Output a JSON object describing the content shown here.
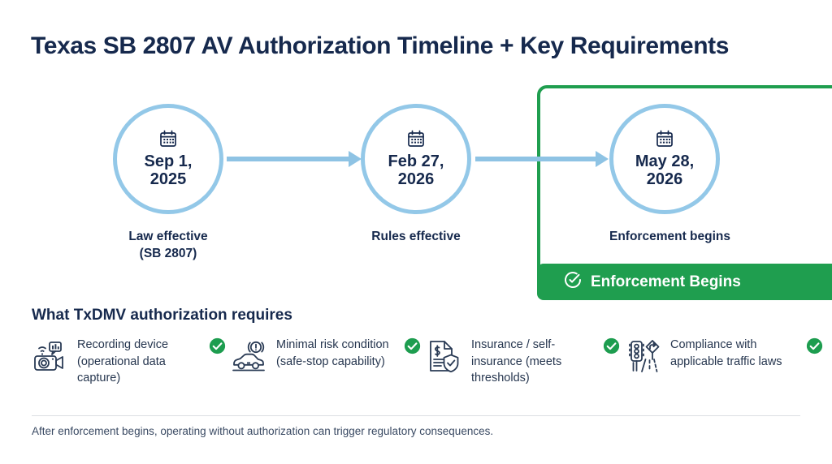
{
  "title": "Texas SB 2807 AV Authorization Timeline + Key Requirements",
  "colors": {
    "navy": "#16294d",
    "light_blue": "#93c8e8",
    "arrow_blue": "#8ec3e4",
    "green": "#1f9e4f",
    "white": "#ffffff",
    "body_text": "#26364f"
  },
  "timeline": {
    "nodes": [
      {
        "icon": "calendar-icon",
        "date_line1": "Sep 1,",
        "date_line2": "2025",
        "caption_line1": "Law effective",
        "caption_line2": "(SB 2807)"
      },
      {
        "icon": "calendar-icon",
        "date_line1": "Feb 27,",
        "date_line2": "2026",
        "caption_line1": "Rules effective",
        "caption_line2": ""
      },
      {
        "icon": "calendar-icon",
        "date_line1": "May 28,",
        "date_line2": "2026",
        "caption_line1": "Enforcement begins",
        "caption_line2": ""
      }
    ]
  },
  "highlight": {
    "banner_icon": "check-circle-icon",
    "banner_label": "Enforcement Begins"
  },
  "requirements": {
    "heading": "What TxDMV authorization requires",
    "items": [
      {
        "icon": "recording-device-icon",
        "text": "Recording device (operational data capture)",
        "status_icon": "check-badge-icon"
      },
      {
        "icon": "car-alert-icon",
        "text": "Minimal risk condition (safe-stop capability)",
        "status_icon": "check-badge-icon"
      },
      {
        "icon": "insurance-document-icon",
        "text": "Insurance / self-insurance (meets thresholds)",
        "status_icon": "check-badge-icon"
      },
      {
        "icon": "traffic-signal-icon",
        "text": "Compliance with applicable traffic laws",
        "status_icon": "check-badge-icon"
      }
    ]
  },
  "footer": {
    "note": "After enforcement begins, operating without authorization can trigger regulatory consequences."
  }
}
